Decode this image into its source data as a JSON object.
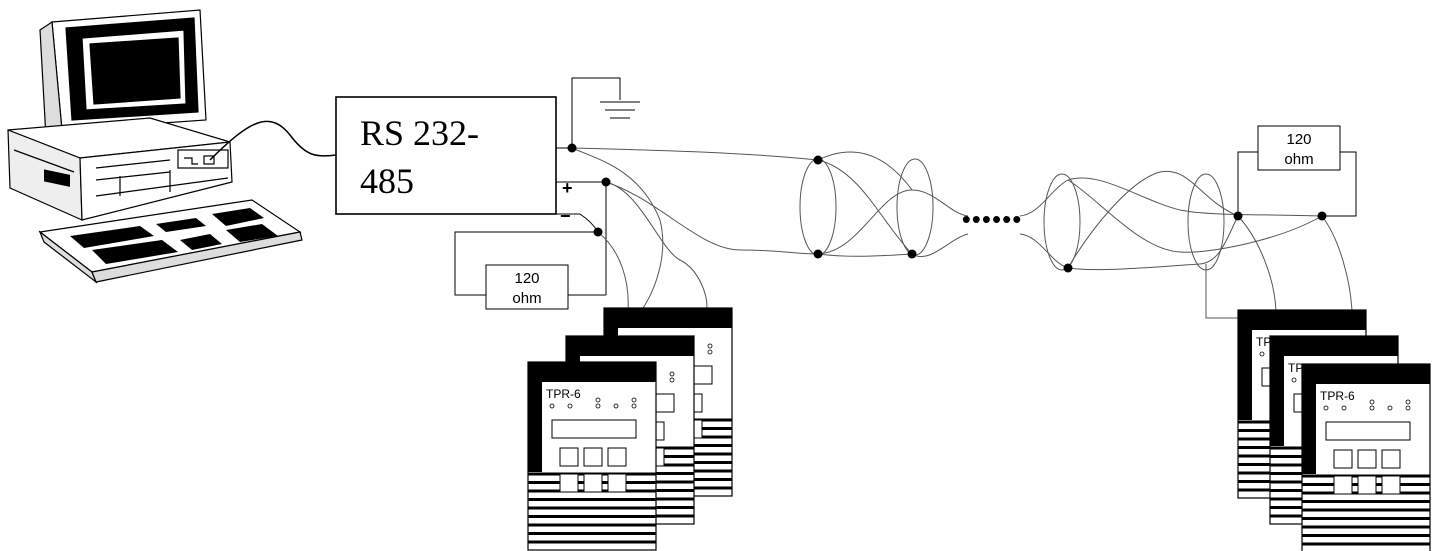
{
  "converter": {
    "line1": "RS 232-",
    "line2": "485",
    "plus": "+",
    "minus": "−"
  },
  "resistor_left": {
    "value": "120",
    "unit": "ohm"
  },
  "resistor_right": {
    "value": "120",
    "unit": "ohm"
  },
  "ellipsis": "••••••",
  "device_label": "TPR-6"
}
